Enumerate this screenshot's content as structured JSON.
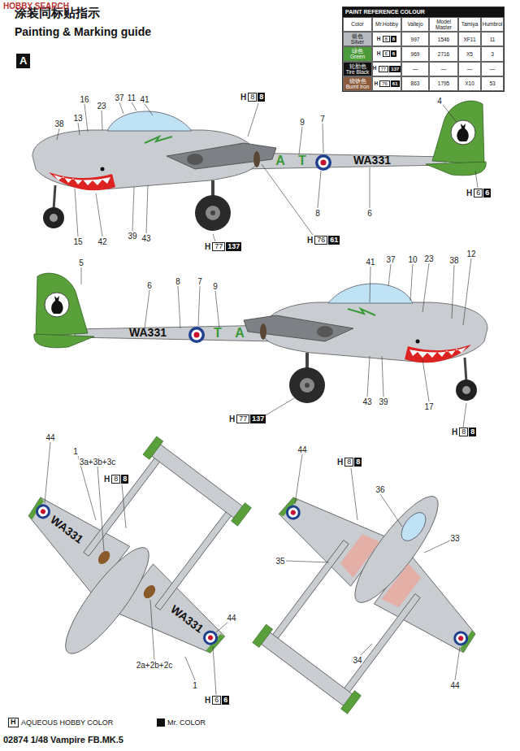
{
  "diagram": {
    "title": "涂装同标贴指示",
    "caption": "02874 1/48 Vampire FB.MK.5",
    "nodes": [
      {
        "text": [
          "A"
        ]
      }
    ],
    "labels": [
      "HOBBY SEARCH",
      "Painting & Marking guide",
      "PAINT REFERENCE COLOUR",
      "Color",
      "Mr.Hobby",
      "Vallejo",
      "Model Master",
      "Tamiya",
      "Humbrol",
      "银色",
      "Silver",
      "H",
      "8",
      "8",
      "997",
      "1546",
      "XF11",
      "11",
      "绿色",
      "Green",
      "H",
      "6",
      "6",
      "969",
      "2716",
      "X5",
      "3",
      "轮胎色",
      "Tire Black",
      "H",
      "77",
      "137",
      "—",
      "—",
      "—",
      "—",
      "烧铁色",
      "Burnt Iron",
      "H",
      "76",
      "61",
      "863",
      "1795",
      "X10",
      "53",
      "16",
      "23",
      "37",
      "11",
      "41",
      "38",
      "13",
      "9",
      "7",
      "4",
      "H",
      "8",
      "8",
      "15",
      "42",
      "39",
      "43",
      "8",
      "6",
      "H",
      "77",
      "137",
      "H",
      "76",
      "61",
      "H",
      "6",
      "6",
      "A",
      "T",
      "WA331",
      "5",
      "6",
      "8",
      "7",
      "9",
      "41",
      "37",
      "10",
      "23",
      "38",
      "12",
      "43",
      "39",
      "17",
      "H",
      "77",
      "137",
      "H",
      "8",
      "8",
      "WA331",
      "T",
      "A",
      "44",
      "3a+3b+3c",
      "1",
      "H",
      "8",
      "8",
      "44",
      "2a+2b+2c",
      "1",
      "H",
      "6",
      "6",
      "WA331",
      "WA331",
      "44",
      "H",
      "8",
      "8",
      "36",
      "33",
      "35",
      "34",
      "44",
      "H"
    ],
    "legend": [
      {
        "text": "AQUEOUS HOBBY COLOR"
      },
      {
        "text": "Mr. COLOR",
        "color": "#111111"
      }
    ]
  }
}
